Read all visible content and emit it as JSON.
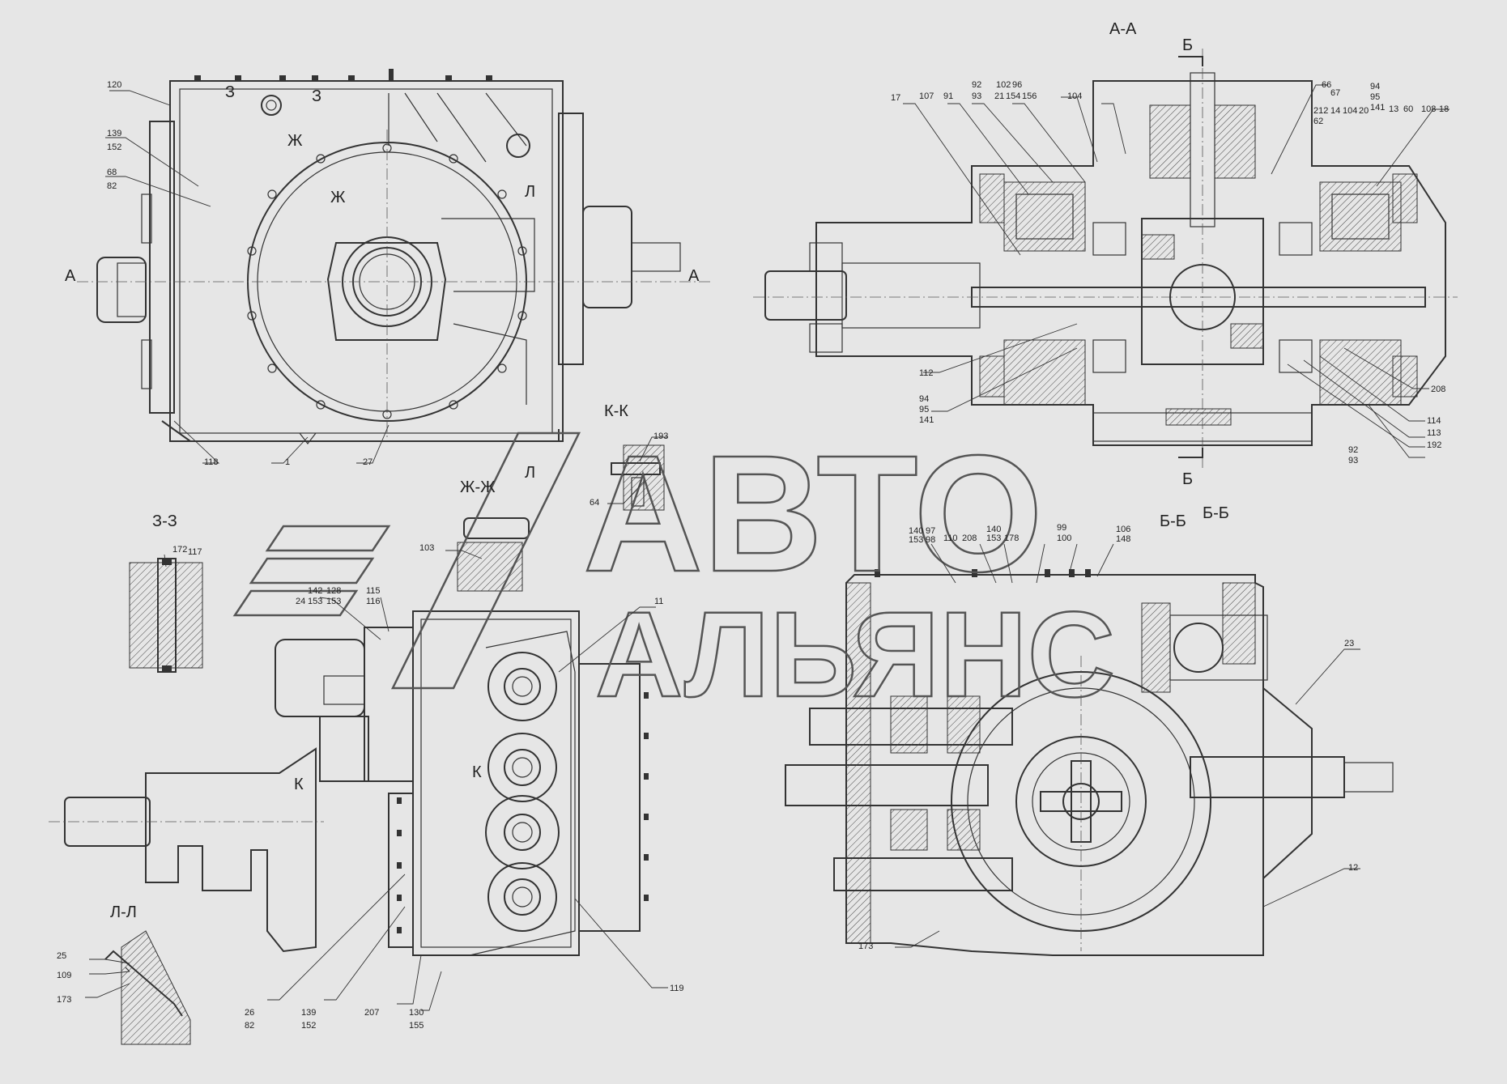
{
  "watermark": {
    "line1": "АВТО",
    "line2": "АЛЬЯНС"
  },
  "section_titles": {
    "aa": "А-А",
    "bb_top": "Б",
    "bb_bottom": "Б",
    "bb1": "Б-Б",
    "bb2": "Б-Б",
    "kk": "К-К",
    "zhzh": "Ж-Ж",
    "zz": "З-З",
    "ll": "Л-Л",
    "a_left": "А",
    "a_right": "А",
    "z1": "З",
    "z2": "З",
    "zh1": "Ж",
    "zh2": "Ж",
    "l1": "Л",
    "l2": "Л",
    "k1": "К",
    "k2": "К"
  },
  "callouts": {
    "c120": "120",
    "c139a": "139",
    "c152a": "152",
    "c68": "68",
    "c82a": "82",
    "c118": "118",
    "c1": "1",
    "c27": "27",
    "c17": "17",
    "c107": "107",
    "c91": "91",
    "c92a": "92",
    "c93a": "93",
    "c21": "21",
    "c154": "154",
    "c102": "102",
    "c96": "96",
    "c156": "156",
    "c104a": "104",
    "c66": "66",
    "c67": "67",
    "c94a": "94",
    "c95a": "95",
    "c212": "212",
    "c14": "14",
    "c104b": "104",
    "c20": "20",
    "c141a": "141",
    "c62": "62",
    "c13": "13",
    "c60": "60",
    "c108": "108",
    "c18": "18",
    "c112": "112",
    "c94b": "94",
    "c95b": "95",
    "c141b": "141",
    "c208a": "208",
    "c114": "114",
    "c113": "113",
    "c192": "192",
    "c92b": "92",
    "c93b": "93",
    "c193": "193",
    "c64": "64",
    "c103": "103",
    "c172": "172",
    "c117": "117",
    "c142": "142",
    "c128": "128",
    "c24": "24",
    "c153a": "153",
    "c153b": "153",
    "c115": "115",
    "c116": "116",
    "c11": "11",
    "c140a": "140",
    "c153c": "153",
    "c97": "97",
    "c98": "98",
    "c110": "110",
    "c208b": "208",
    "c140b": "140",
    "c153d": "153",
    "c178": "178",
    "c99": "99",
    "c100": "100",
    "c106": "106",
    "c148": "148",
    "c23": "23",
    "c12": "12",
    "c173a": "173",
    "c25": "25",
    "c109": "109",
    "c173b": "173",
    "c26": "26",
    "c82b": "82",
    "c139b": "139",
    "c152b": "152",
    "c207": "207",
    "c130": "130",
    "c155": "155",
    "c119": "119"
  }
}
